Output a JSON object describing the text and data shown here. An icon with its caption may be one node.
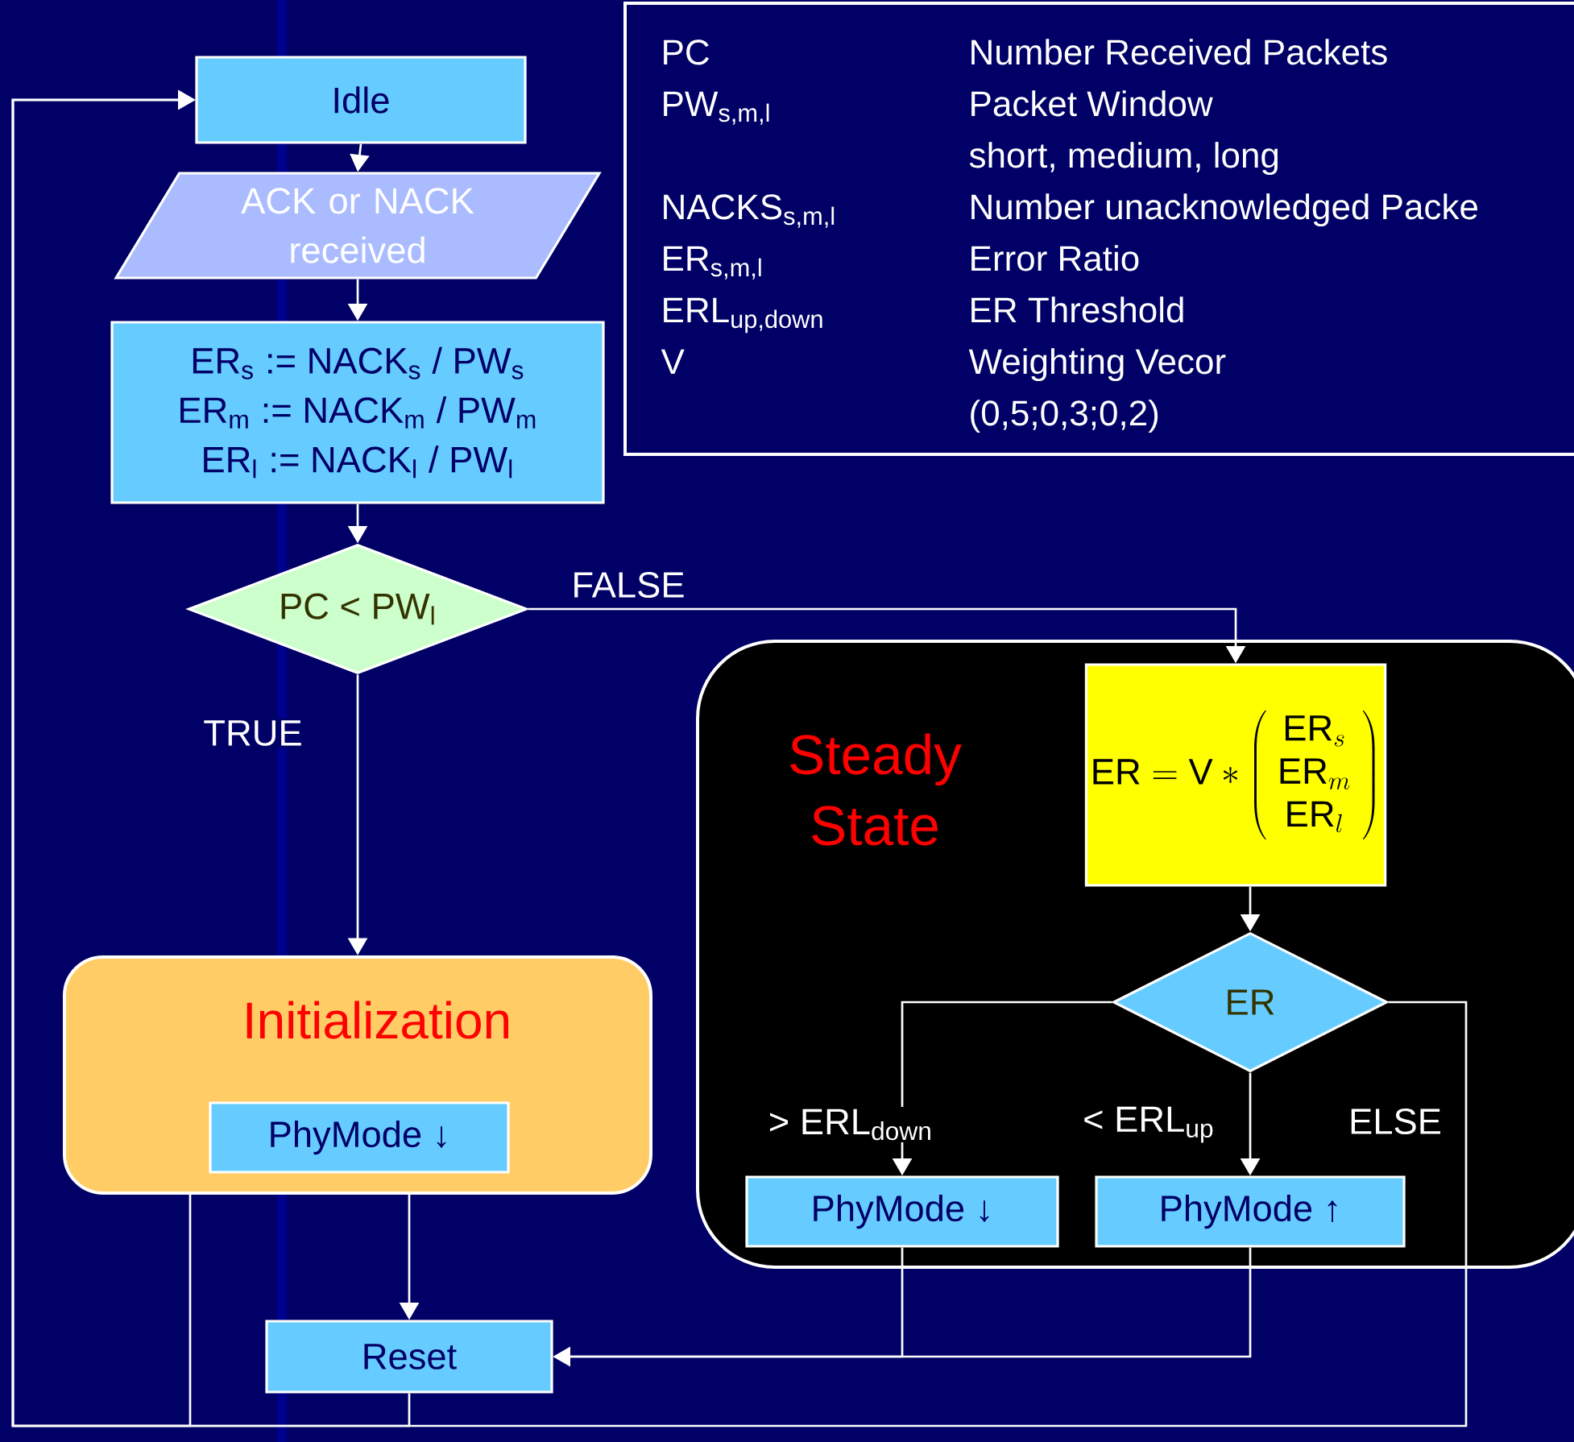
{
  "diagram": {
    "nodes": [
      {
        "text": [
          "Idle"
        ]
      },
      {
        "text": [
          "ACK or NACK received"
        ]
      },
      {
        "text": [
          "ER$_{s}$ := NACK$_{s}$ / PW$_{s}$",
          "ER$_{m}$ := NACK$_{m}$ / PW$_{m}$",
          "ER$_{l}$ := NACK$_{l}$ / PW$_{l}$"
        ]
      },
      {
        "text": [
          "PC < PW$_{l}$"
        ]
      },
      {
        "text": [
          "Initialization"
        ]
      },
      {
        "text": [
          "PhyMode ↓"
        ],
        "in": 4
      },
      {
        "text": [
          "Steady State"
        ]
      },
      {
        "text": [
          "\\mathrm{ER}=\\mathrm{V}*\\left(\\begin{array}{c}\\mathrm{ER}_{s}\\\\\\mathrm{ER}_{m}\\\\\\mathrm{ER}_{l}\\end{array}\\right)"
        ],
        "in": 6
      },
      {
        "text": [
          "ER"
        ],
        "in": 6
      },
      {
        "text": [
          "PhyMode ↓"
        ],
        "in": 6
      },
      {
        "text": [
          "PhyMode ↑"
        ],
        "in": 6
      },
      {
        "text": [
          "Reset"
        ]
      }
    ],
    "edges": [
      {
        "from": 0,
        "to": 1,
        "arrow": "to"
      },
      {
        "from": 1,
        "to": 2,
        "arrow": "to"
      },
      {
        "from": 2,
        "to": 3,
        "arrow": "to"
      },
      {
        "from": 3,
        "to": 7,
        "arrow": "to",
        "label": "FALSE"
      },
      {
        "from": 3,
        "to": 4,
        "arrow": "to",
        "label": "TRUE"
      },
      {
        "from": 7,
        "to": 8,
        "arrow": "to"
      },
      {
        "from": 8,
        "to": 9,
        "arrow": "to",
        "label": "> ERL$_{down}$"
      },
      {
        "from": 8,
        "to": 10,
        "arrow": "to",
        "label": "< ERL$_{up}$"
      },
      {
        "from": 8,
        "to": 0,
        "arrow": "to",
        "label": "ELSE"
      },
      {
        "from": 4,
        "to": 11,
        "arrow": "to"
      },
      {
        "from": 9,
        "to": 11,
        "arrow": "to"
      },
      {
        "from": 10,
        "to": 11,
        "arrow": "to"
      },
      {
        "from": 4,
        "to": 0,
        "arrow": "to"
      },
      {
        "from": 11,
        "to": 0,
        "arrow": "to"
      }
    ],
    "labels": [
      "PC",
      "Number Received Packets",
      "PW$_{s,m,l}$",
      "Packet Window",
      "short, medium, long",
      "NACKS$_{s,m,l}$",
      "Number unacknowledged Packe",
      "ER$_{s,m,l}$",
      "Error Ratio",
      "ERL$_{up,down}$",
      "ER Threshold",
      "V",
      "Weighting Vecor",
      "(0,5;0,3;0,2)"
    ]
  }
}
